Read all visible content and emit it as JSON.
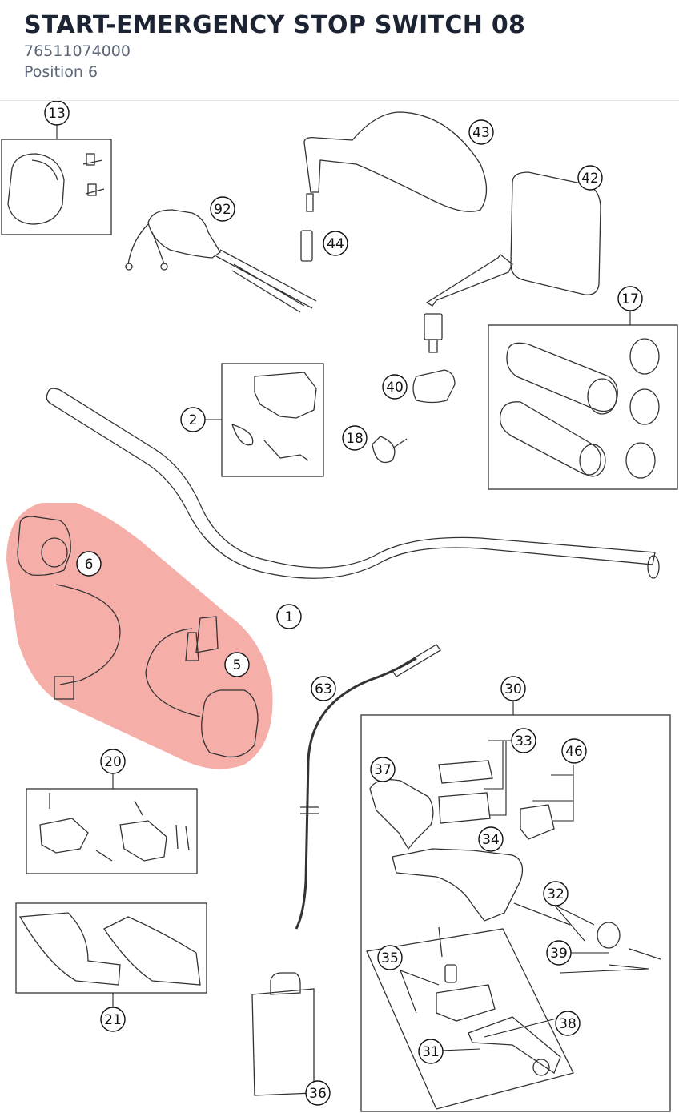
{
  "header": {
    "title": "START-EMERGENCY STOP SWITCH 08",
    "part_number": "76511074000",
    "position": "Position 6"
  },
  "diagram": {
    "highlight_color": "#f4a09a",
    "callouts": [
      "13",
      "43",
      "42",
      "92",
      "44",
      "17",
      "40",
      "2",
      "18",
      "6",
      "1",
      "5",
      "63",
      "30",
      "33",
      "46",
      "37",
      "20",
      "34",
      "32",
      "39",
      "21",
      "35",
      "38",
      "31",
      "36"
    ]
  }
}
